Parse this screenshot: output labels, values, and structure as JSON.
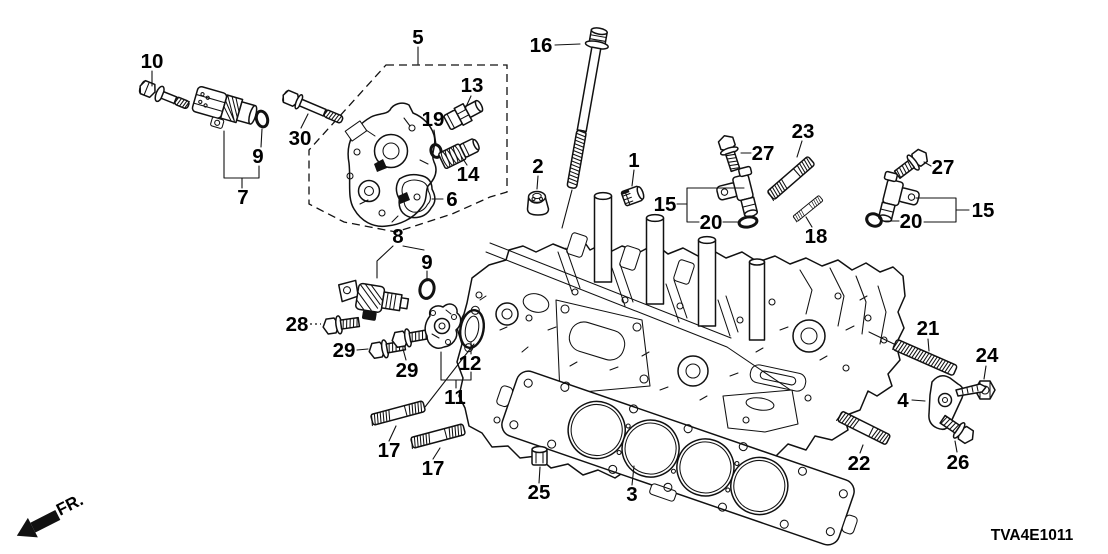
{
  "diagram": {
    "code": "TVA4E1011",
    "front_marker": "FR."
  },
  "callouts": [
    {
      "ref": "10",
      "label": "10"
    },
    {
      "ref": "7",
      "label": "7"
    },
    {
      "ref": "9-left",
      "label": "9"
    },
    {
      "ref": "30",
      "label": "30"
    },
    {
      "ref": "5",
      "label": "5"
    },
    {
      "ref": "13",
      "label": "13"
    },
    {
      "ref": "19",
      "label": "19"
    },
    {
      "ref": "14",
      "label": "14"
    },
    {
      "ref": "6",
      "label": "6"
    },
    {
      "ref": "8",
      "label": "8"
    },
    {
      "ref": "9-mid",
      "label": "9"
    },
    {
      "ref": "16",
      "label": "16"
    },
    {
      "ref": "2",
      "label": "2"
    },
    {
      "ref": "1",
      "label": "1"
    },
    {
      "ref": "15-left",
      "label": "15"
    },
    {
      "ref": "20-left",
      "label": "20"
    },
    {
      "ref": "27-left",
      "label": "27"
    },
    {
      "ref": "23",
      "label": "23"
    },
    {
      "ref": "18",
      "label": "18"
    },
    {
      "ref": "27-right",
      "label": "27"
    },
    {
      "ref": "20-right",
      "label": "20"
    },
    {
      "ref": "15-right",
      "label": "15"
    },
    {
      "ref": "28",
      "label": "28"
    },
    {
      "ref": "29-left",
      "label": "29"
    },
    {
      "ref": "29-right",
      "label": "29"
    },
    {
      "ref": "12",
      "label": "12"
    },
    {
      "ref": "11",
      "label": "11"
    },
    {
      "ref": "17-left",
      "label": "17"
    },
    {
      "ref": "17-right",
      "label": "17"
    },
    {
      "ref": "25",
      "label": "25"
    },
    {
      "ref": "3",
      "label": "3"
    },
    {
      "ref": "22",
      "label": "22"
    },
    {
      "ref": "26",
      "label": "26"
    },
    {
      "ref": "4",
      "label": "4"
    },
    {
      "ref": "24",
      "label": "24"
    },
    {
      "ref": "21",
      "label": "21"
    }
  ]
}
